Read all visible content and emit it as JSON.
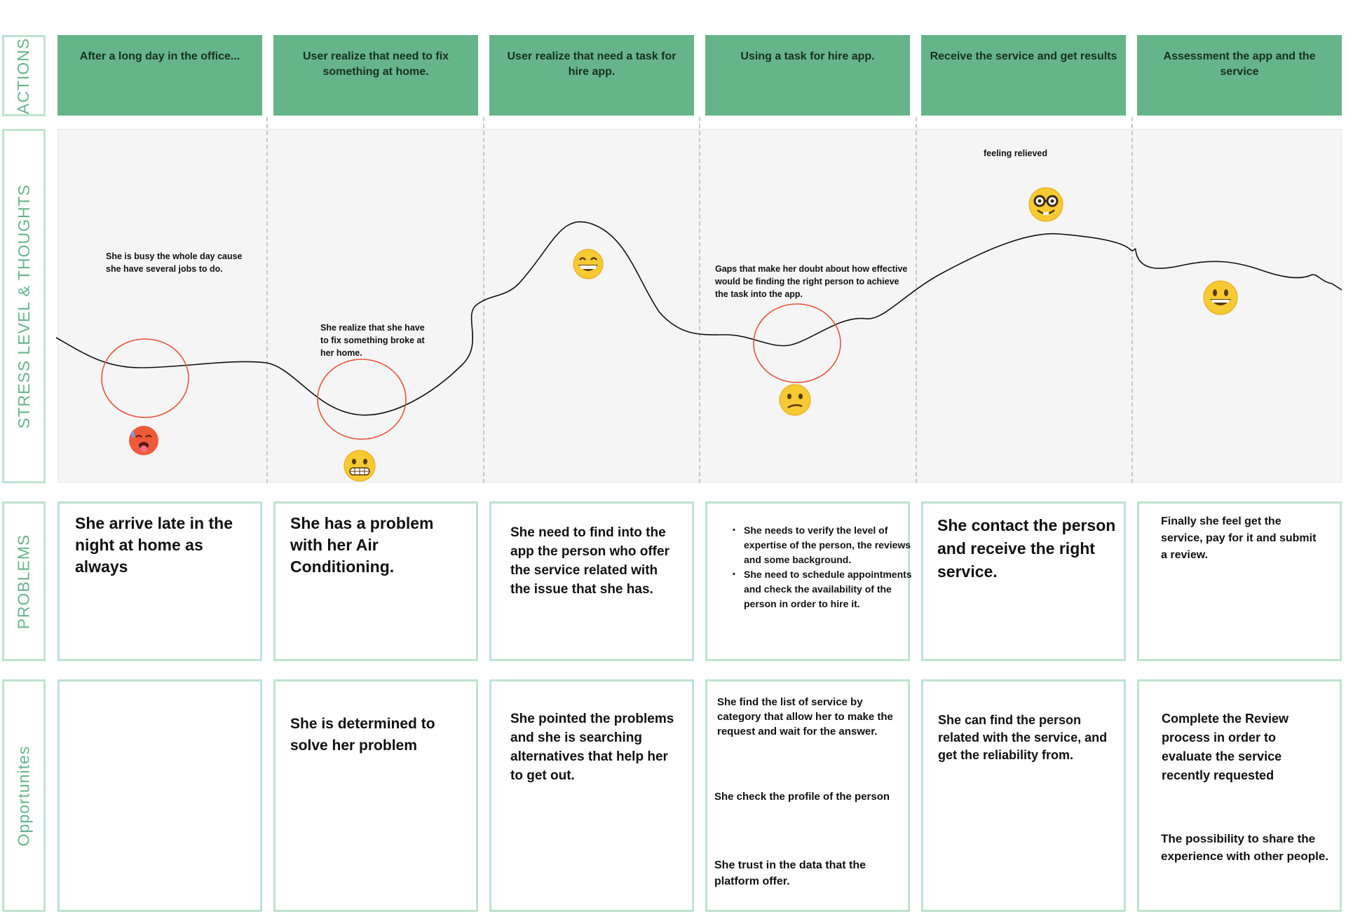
{
  "row_labels": {
    "actions": "ACTIONS",
    "stress": "STRESS LEVEL & THOUGHTS",
    "problems": "PROBLEMS",
    "opportunities": "Opportunites"
  },
  "actions": [
    "After a long day in the office...",
    "User realize that  need to fix something at home.",
    "User realize that need a task for hire app.",
    "Using a task for hire app.",
    "Receive the service and get results",
    "Assessment the app and the service"
  ],
  "thoughts": [
    "She is busy the whole day cause she have several jobs to do.",
    "She realize that she have to fix something broke at her home.",
    "Gaps that make her doubt about how effective would be finding the right person to achieve the task into the app.",
    "feeling relieved"
  ],
  "emotions": [
    {
      "stage": 1,
      "icon": "hot-sweating-face-icon"
    },
    {
      "stage": 2,
      "icon": "grimacing-face-icon"
    },
    {
      "stage": 3,
      "icon": "grinning-face-icon"
    },
    {
      "stage": 4,
      "icon": "confused-face-icon"
    },
    {
      "stage": 5,
      "icon": "nerd-face-icon"
    },
    {
      "stage": 6,
      "icon": "smiling-face-icon"
    }
  ],
  "problems": {
    "p1": "She arrive late in the night at home as always",
    "p2": "She has a problem with her Air Conditioning.",
    "p3": "She need to find into the app the person who offer the service related with the issue that she has.",
    "p4": [
      "She needs to verify the level of expertise of the person, the reviews and some background.",
      "She need to schedule appointments and check the availability of the person in order to hire it."
    ],
    "p5": "She contact the person and receive the right service.",
    "p6": "Finally she feel get the service, pay for it and submit a review."
  },
  "opportunities": {
    "o1": "",
    "o2": "She is determined to solve her problem",
    "o3": "She pointed the problems and she is searching alternatives that help her to get out.",
    "o4": [
      "She find the list of service by category that allow her to make the request and wait for the answer.",
      "She check the profile of the person",
      "She trust in the data that the platform offer."
    ],
    "o5": "She can find the person related with the service, and get the reliability from.",
    "o6": [
      "Complete the Review process in order to evaluate the service recently requested",
      "The possibility to share the experience with other people."
    ]
  },
  "colors": {
    "action_green": "#66b58a",
    "border_green": "#bfe3cf",
    "label_green": "#66b58a",
    "circle_red": "#e6533c"
  }
}
